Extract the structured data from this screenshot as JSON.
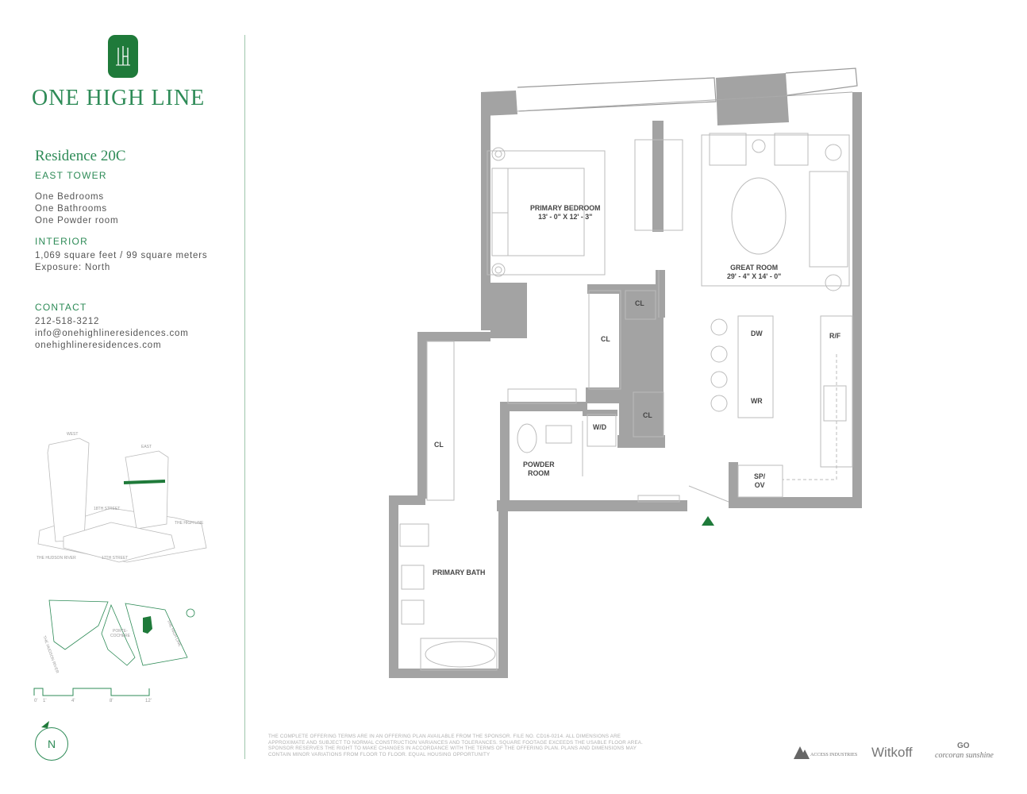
{
  "brand": {
    "name": "ONE HIGH LINE",
    "monogram": "1H"
  },
  "residence": {
    "title": "Residence 20C",
    "tower": "EAST TOWER",
    "bedrooms": "One Bedrooms",
    "bathrooms": "One Bathrooms",
    "powder": "One Powder room"
  },
  "interior": {
    "heading": "INTERIOR",
    "area": "1,069 square feet / 99 square meters",
    "exposure": "Exposure: North"
  },
  "contact": {
    "heading": "CONTACT",
    "phone": "212-518-3212",
    "email": "info@onehighlineresidences.com",
    "website": "onehighlineresidences.com"
  },
  "site_map": {
    "west": "WEST",
    "east": "EAST",
    "street_a": "18TH STREET",
    "high_line": "THE HIGH LINE",
    "hudson": "THE HUDSON RIVER",
    "street_b": "17TH STREET",
    "river_vertical": "THE HUDSON RIVER",
    "porte": "PORTE-",
    "cochere": "COCHERE",
    "high_line_vertical": "THE HIGH LINE"
  },
  "scale": {
    "t0": "0'",
    "t1": "1'",
    "t4": "4'",
    "t8": "8'",
    "t12": "12'"
  },
  "compass": "N",
  "plan": {
    "primary_bedroom": "PRIMARY BEDROOM",
    "primary_bedroom_dim": "13' - 0\" X 12' - 3\"",
    "great_room": "GREAT ROOM",
    "great_room_dim": "29' - 4\" X 14' - 0\"",
    "cl": "CL",
    "dw": "DW",
    "rf": "R/F",
    "wr": "WR",
    "wd": "W/D",
    "powder_room_1": "POWDER",
    "powder_room_2": "ROOM",
    "sp": "SP/",
    "ov": "OV",
    "primary_bath": "PRIMARY BATH"
  },
  "disclaimer": "THE COMPLETE OFFERING TERMS ARE IN AN OFFERING PLAN AVAILABLE FROM THE SPONSOR. FILE NO. CD16-0214. ALL DIMENSIONS ARE APPROXIMATE AND SUBJECT TO NORMAL CONSTRUCTION VARIANCES AND TOLERANCES. SQUARE FOOTAGE EXCEEDS THE USABLE FLOOR AREA. SPONSOR RESERVES THE RIGHT TO MAKE CHANGES IN ACCORDANCE WITH THE TERMS OF THE OFFERING PLAN. PLANS AND DIMENSIONS MAY CONTAIN MINOR VARIATIONS FROM FLOOR TO FLOOR. EQUAL HOUSING OPPORTUNITY",
  "sponsors": {
    "access": "ACCESS INDUSTRIES",
    "witkoff": "Witkoff",
    "corcoran_mark": "GO",
    "corcoran": "corcoran sunshine"
  },
  "colors": {
    "brand_green": "#2e8b57",
    "logo_green": "#1f7a3a",
    "wall_gray": "#a3a3a3"
  }
}
